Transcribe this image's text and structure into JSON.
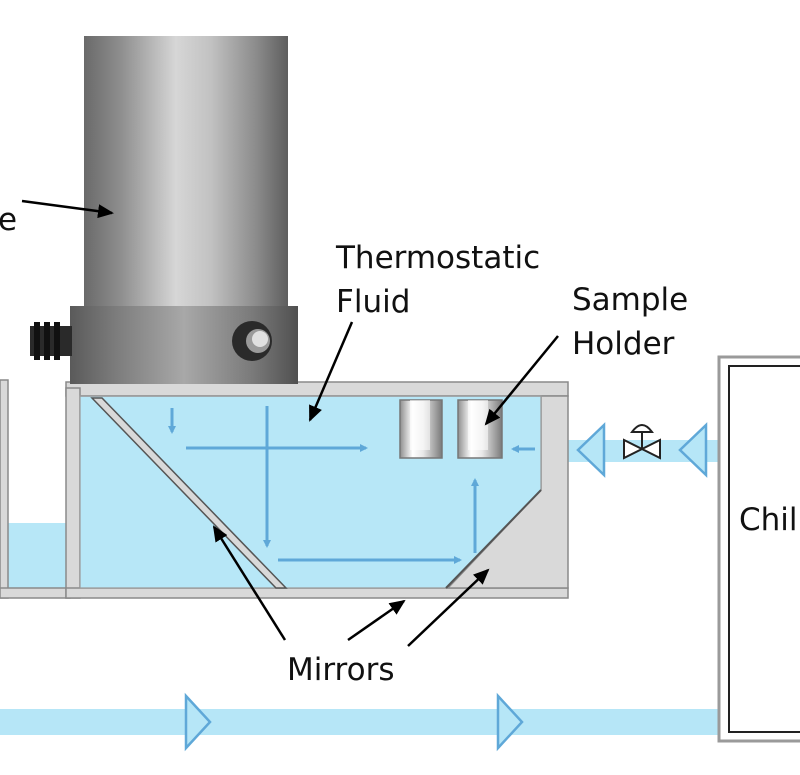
{
  "labels": {
    "tube_label_fragment": "e",
    "thermostatic_fluid": [
      "Thermostatic",
      "Fluid"
    ],
    "sample_holder": [
      "Sample",
      "Holder"
    ],
    "chiller_fragment": "Chil",
    "mirrors": "Mirrors"
  },
  "colors": {
    "fluid": "#b7e7f7",
    "pipe": "#b6e6f7",
    "flow_arrow": "#5fa8d8",
    "tank_wall": "#9a9a9a",
    "tank_fill": "#d9d9d9",
    "cylinder_dark": "#6a6a6a",
    "cylinder_light": "#d4d4d4",
    "annotation_line": "#000000"
  },
  "icons": [
    "valve-icon",
    "knob-icon",
    "flow-direction-arrow-icon"
  ]
}
